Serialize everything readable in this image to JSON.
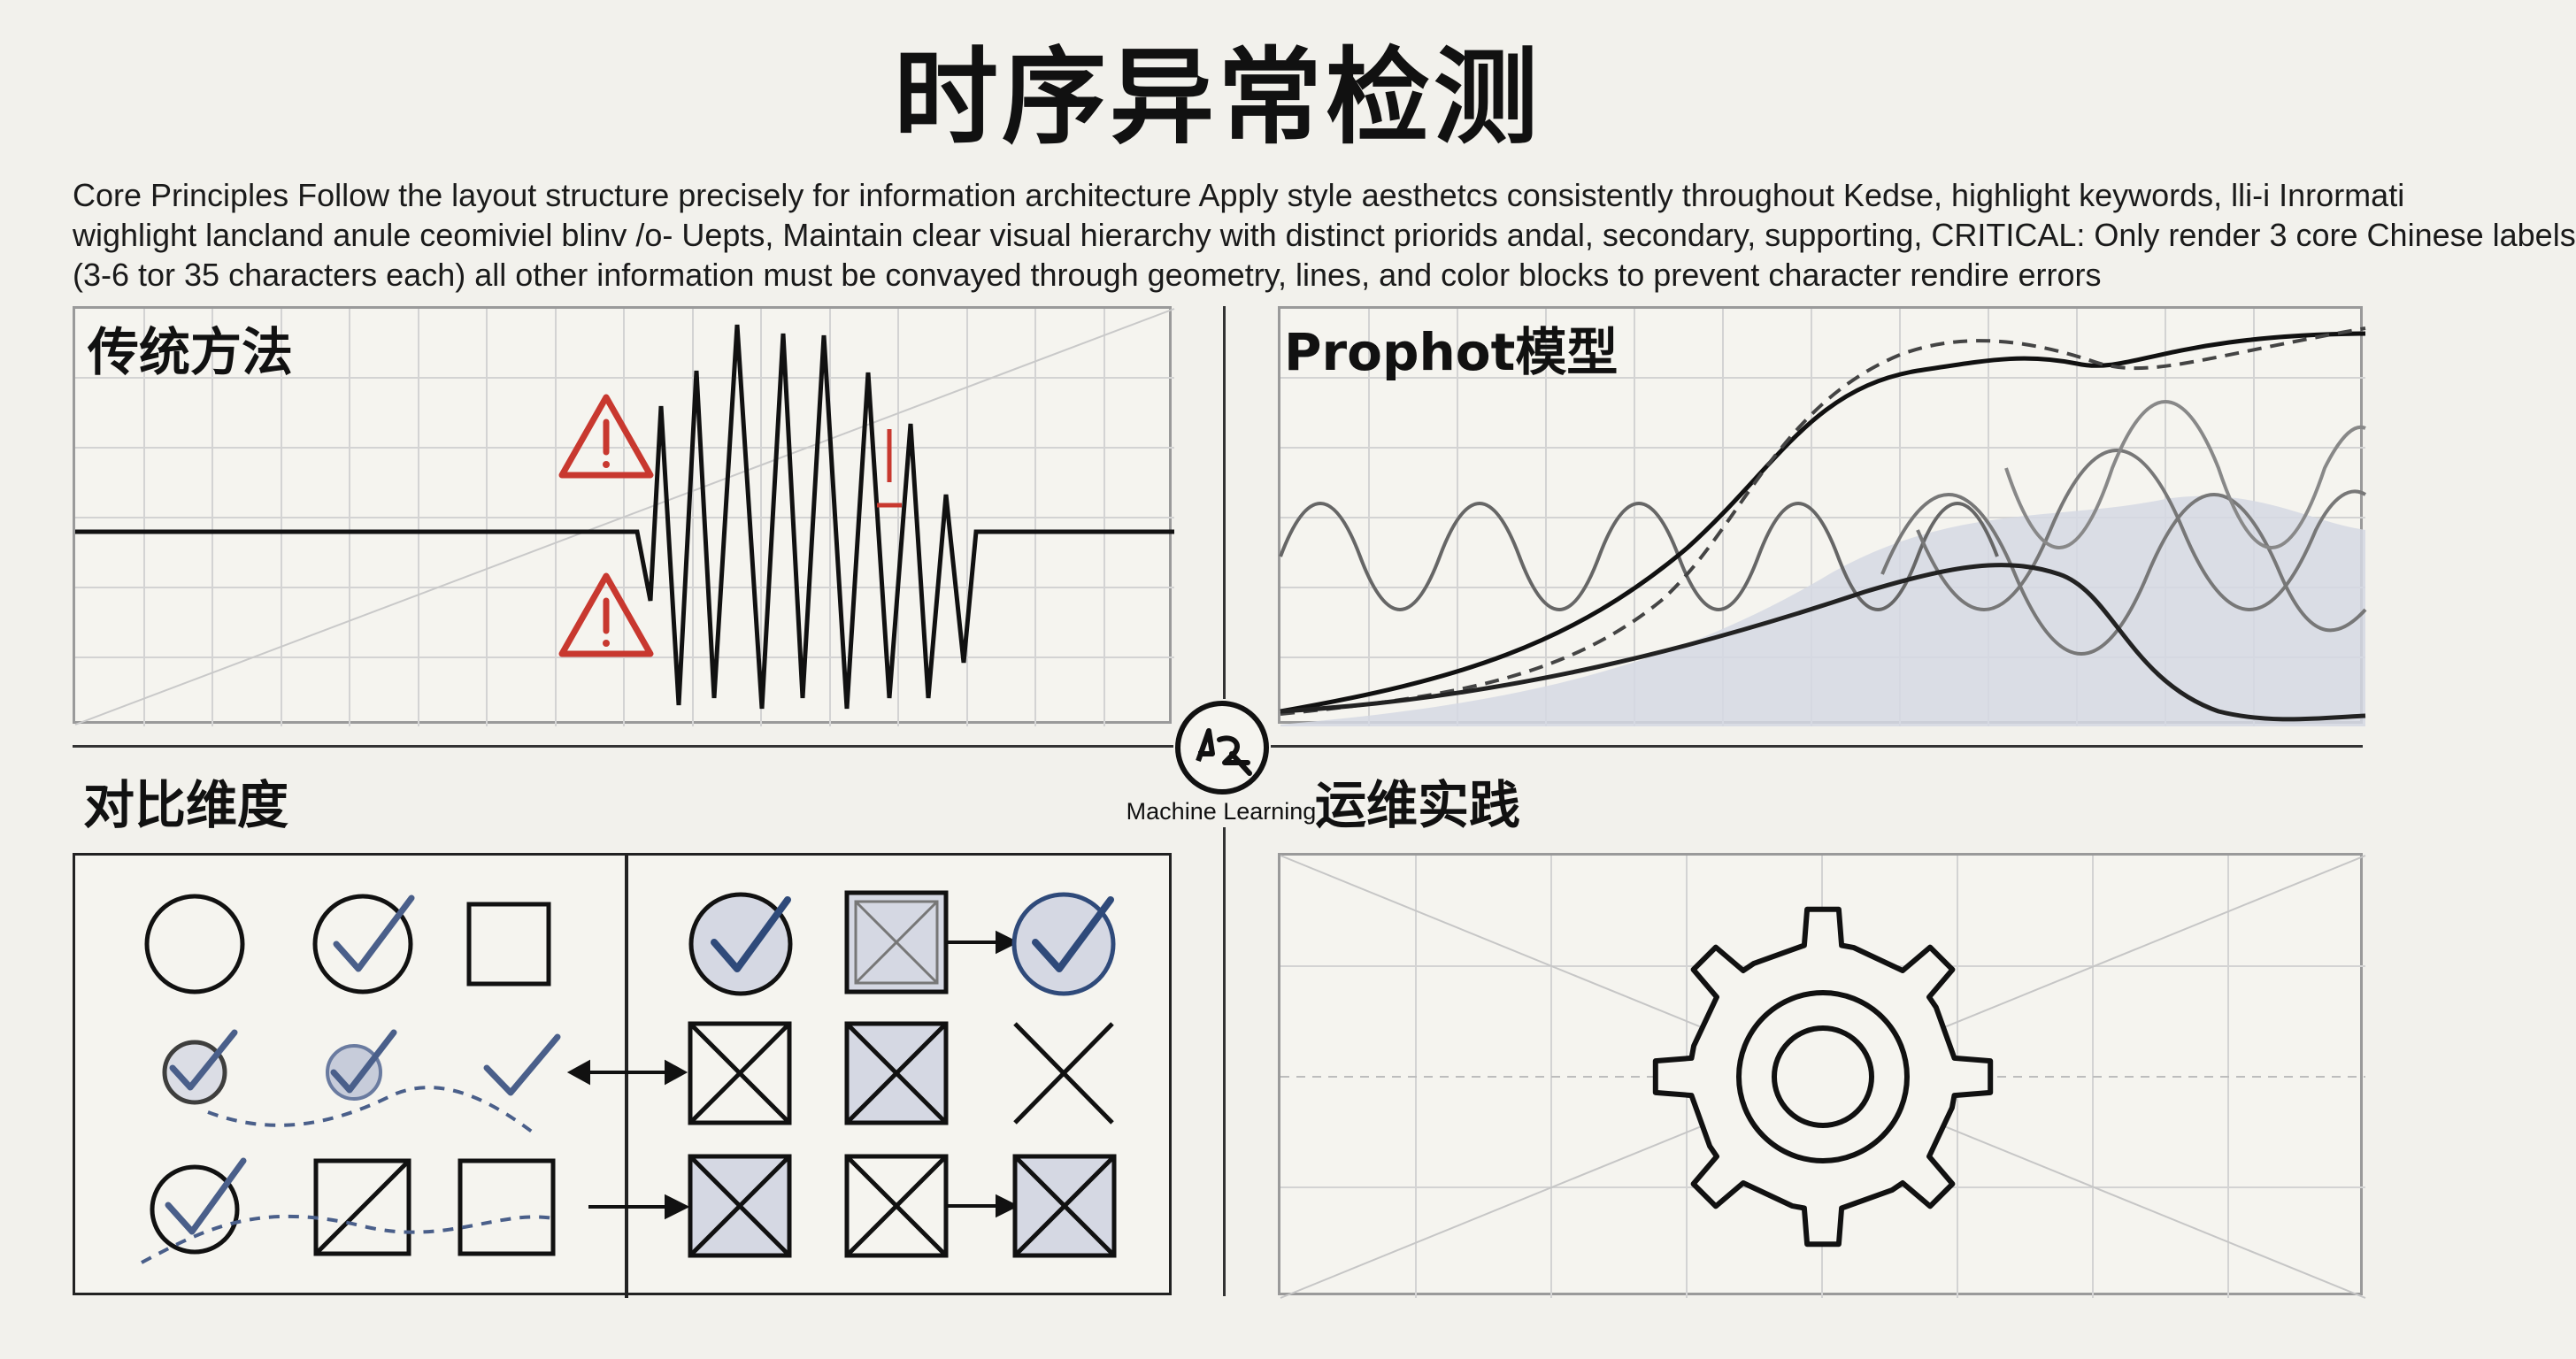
{
  "title": "时序异常检测",
  "principles": [
    "Core Principles    Follow the layout structure precisely for information architecture    Apply style aesthetcs consistently throughout  Kedse, highlight keywords, lli-i Inrormati",
    "wighlight lancland anule ceomiviel blinv  /o- Uepts,   Maintain clear visual hierarchy with distinct priorids andal, secondary, supporting, CRITICAL: Only render 3 core Chinese labels",
    "(3-6 tor 35 characters each)  all other information must be convayed through geometry, lines, and color blocks to prevent character rendire errors"
  ],
  "panels": {
    "traditional": {
      "label": "传统方法",
      "warning_icons": [
        "warning-triangle-icon",
        "warning-triangle-icon"
      ]
    },
    "prophet": {
      "label": "Prophot模型"
    },
    "comparison": {
      "label": "对比维度"
    },
    "practice": {
      "label": "运维实践",
      "icon": "gear-icon"
    }
  },
  "center": {
    "caption": "Machine Learning",
    "icon": "ml-logo-icon"
  },
  "colors": {
    "alert_red": "#c8382f",
    "check_blue": "#2f4a7a",
    "fill_lavender": "#d5d8e3",
    "grid": "#cfcfcf",
    "ink": "#111111"
  }
}
